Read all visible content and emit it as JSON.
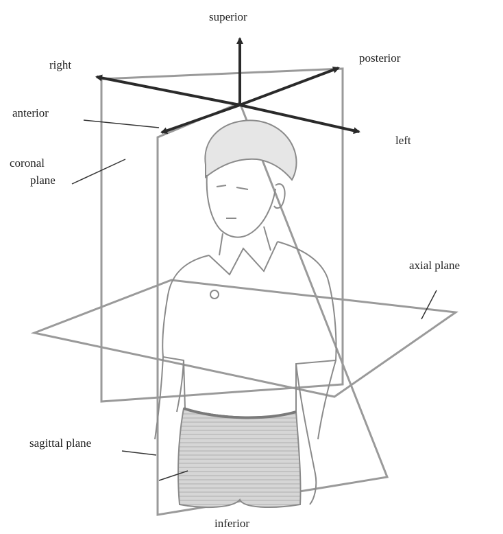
{
  "labels": {
    "superior": "superior",
    "inferior": "inferior",
    "right": "right",
    "left": "left",
    "anterior": "anterior",
    "posterior": "posterior",
    "coronal_line1": "coronal",
    "coronal_line2": "plane",
    "axial_plane": "axial plane",
    "sagittal_plane": "sagittal plane"
  },
  "colors": {
    "plane_stroke": "#9a9a9a",
    "arrow": "#2a2a2a",
    "leader": "#333333",
    "figure_outline": "#8a8a8a",
    "shorts_fill": "#cfcfcf"
  }
}
